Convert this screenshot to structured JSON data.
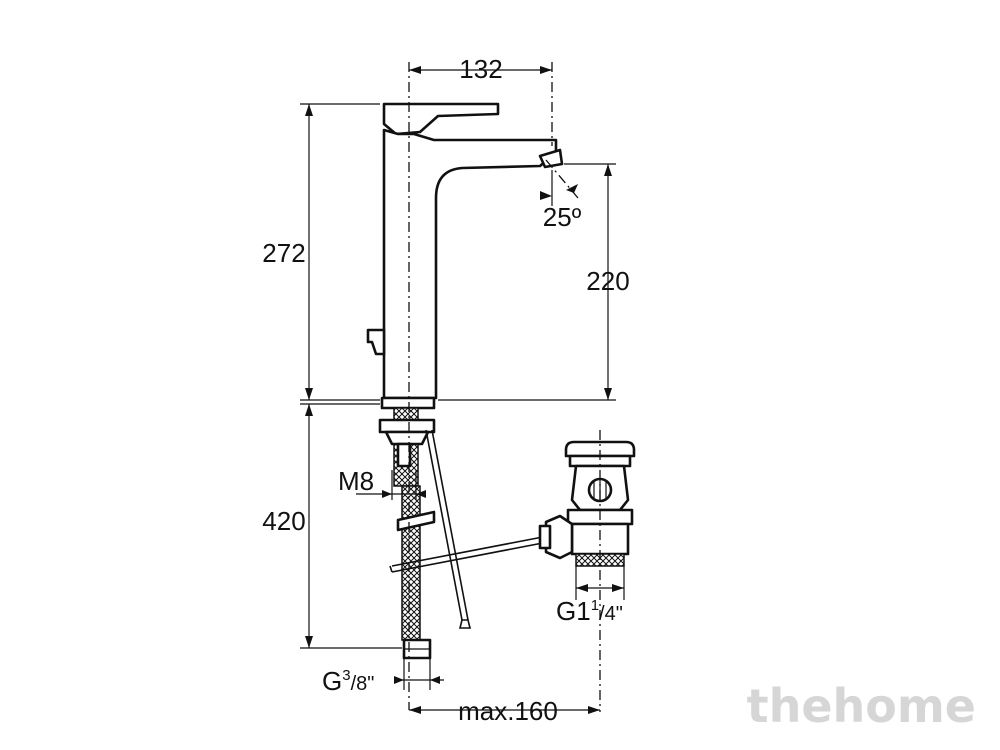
{
  "dimensions": {
    "spout_reach": "132",
    "total_height": "272",
    "spout_height": "220",
    "spout_angle": "25º",
    "mount_thread": "M8",
    "hose_length": "420",
    "hose_connection": {
      "main": "G",
      "sup": "3",
      "sub": "/8",
      "suffix": "\""
    },
    "waste_connection": {
      "main": "G1",
      "sup": "1",
      "sub": "/4",
      "suffix": "\""
    },
    "max_distance": "max.160"
  },
  "watermark": "thehome"
}
